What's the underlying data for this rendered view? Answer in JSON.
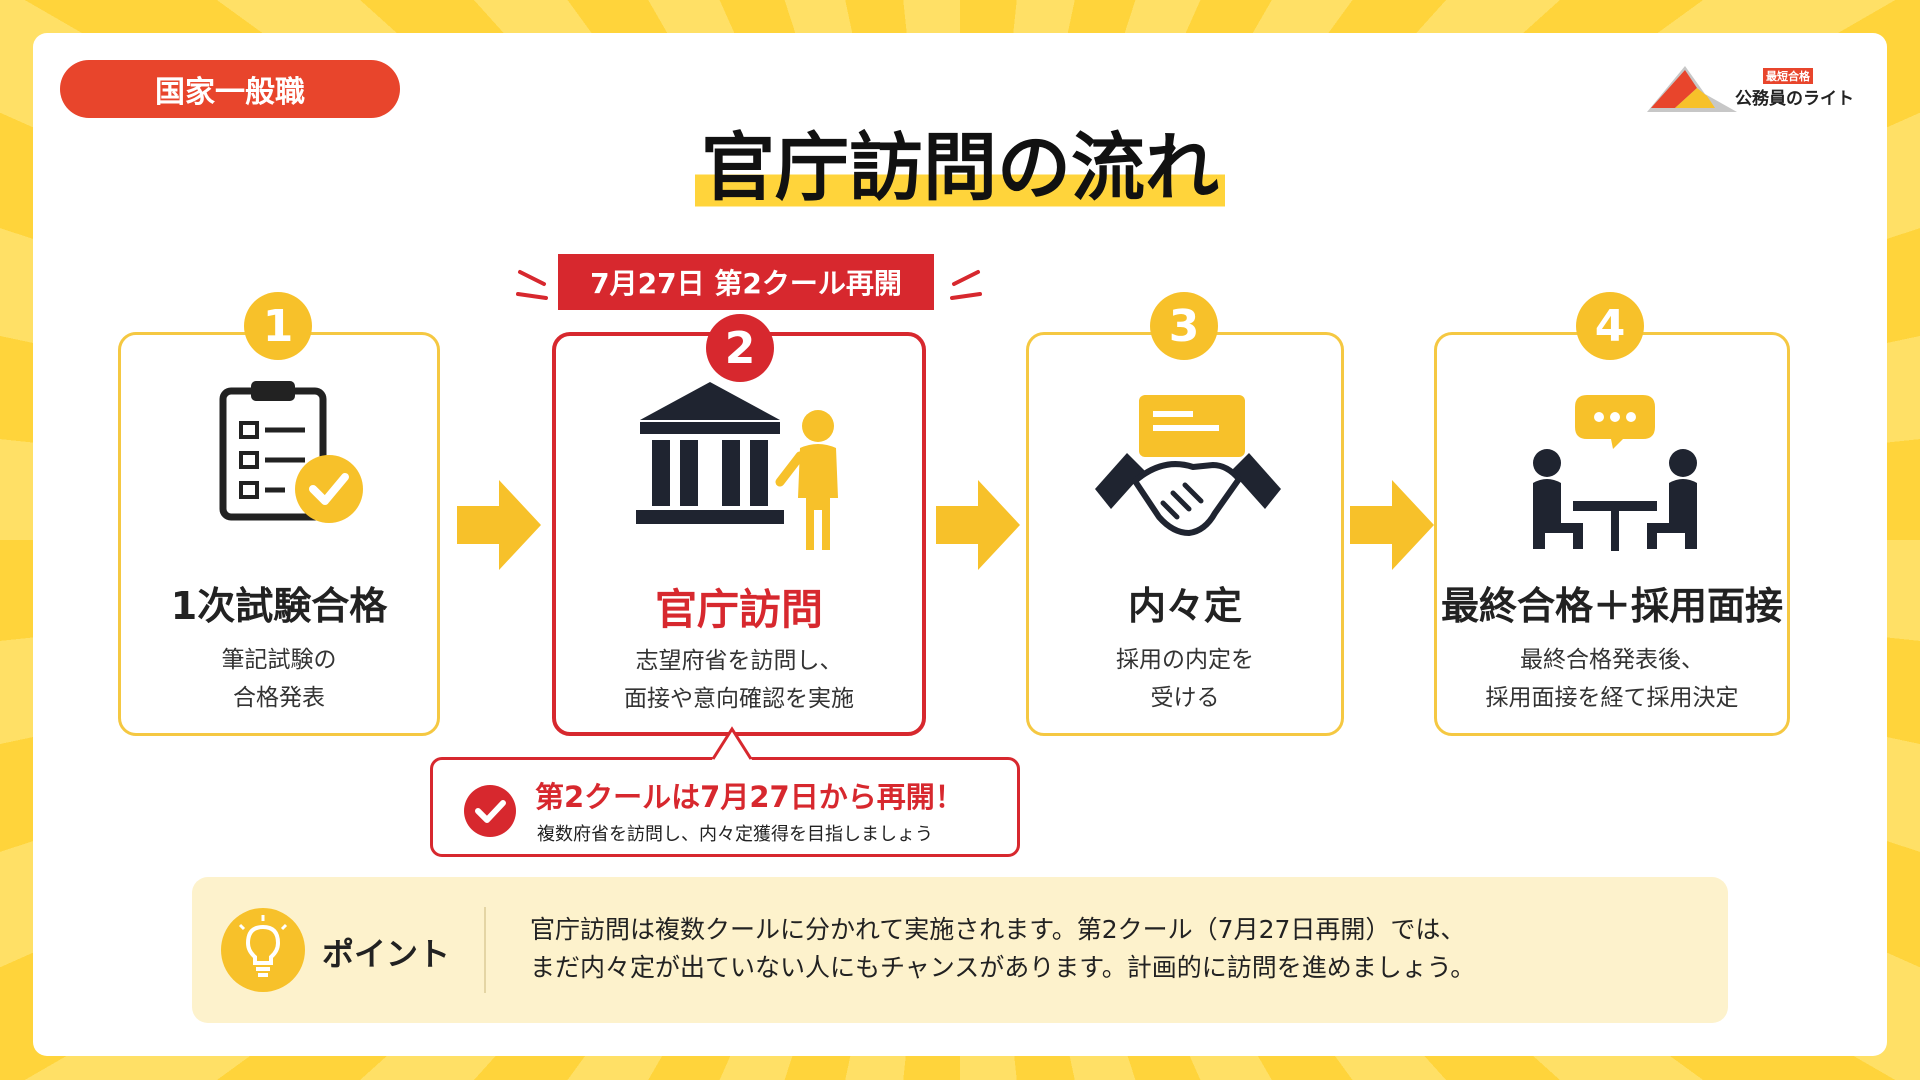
{
  "badge": "国家一般職",
  "logo": {
    "small": "最短合格",
    "big": "公務員のライト"
  },
  "title": "官庁訪問の流れ",
  "ribbon": "7月27日 第2クール再開",
  "steps": [
    {
      "num": "1",
      "title": "1次試験合格",
      "desc1": "筆記試験の",
      "desc2": "合格発表",
      "icon": "checklist-icon"
    },
    {
      "num": "2",
      "title": "官庁訪問",
      "desc1": "志望府省を訪問し、",
      "desc2": "面接や意向確認を実施",
      "icon": "government-building-icon"
    },
    {
      "num": "3",
      "title": "内々定",
      "desc1": "採用の内定を",
      "desc2": "受ける",
      "icon": "handshake-icon"
    },
    {
      "num": "4",
      "title": "最終合格＋採用面接",
      "desc1": "最終合格発表後、",
      "desc2": "採用面接を経て採用決定",
      "icon": "interview-icon"
    }
  ],
  "callout": {
    "title": "第2クールは7月27日から再開！",
    "sub": "複数府省を訪問し、内々定獲得を目指しましょう"
  },
  "point": {
    "label": "ポイント",
    "line1": "官庁訪問は複数クールに分かれて実施されます。第2クール（7月27日再開）では、",
    "line2": "まだ内々定が出ていない人にもチャンスがあります。計画的に訪問を進めましょう。"
  },
  "colors": {
    "accent_red": "#d7282e",
    "accent_yellow": "#f7c12a",
    "badge_red": "#e8452c"
  }
}
